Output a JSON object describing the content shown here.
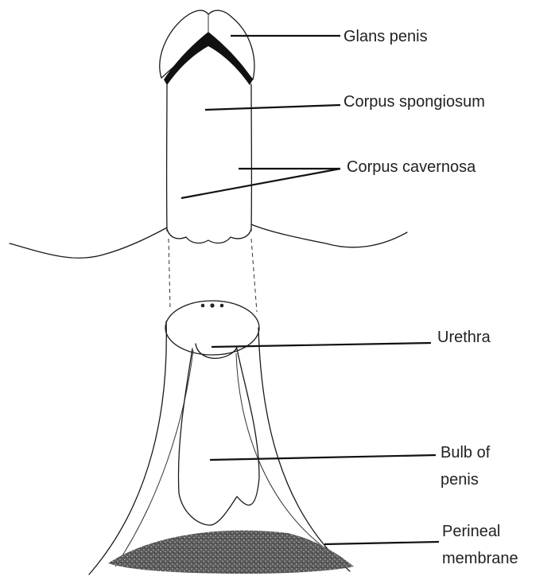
{
  "labels": {
    "glans_penis": "Glans penis",
    "corpus_spongiosum": "Corpus spongiosum",
    "corpus_cavernosa": "Corpus cavernosa",
    "urethra": "Urethra",
    "bulb_of_penis_line1": "Bulb of",
    "bulb_of_penis_line2": "penis",
    "perineal_membrane_line1": "Perineal",
    "perineal_membrane_line2": "membrane"
  },
  "colors": {
    "ink": "#1a1a1a",
    "membrane_fill": "#3c3c3c",
    "glans_cap": "#111111",
    "background": "#ffffff"
  }
}
